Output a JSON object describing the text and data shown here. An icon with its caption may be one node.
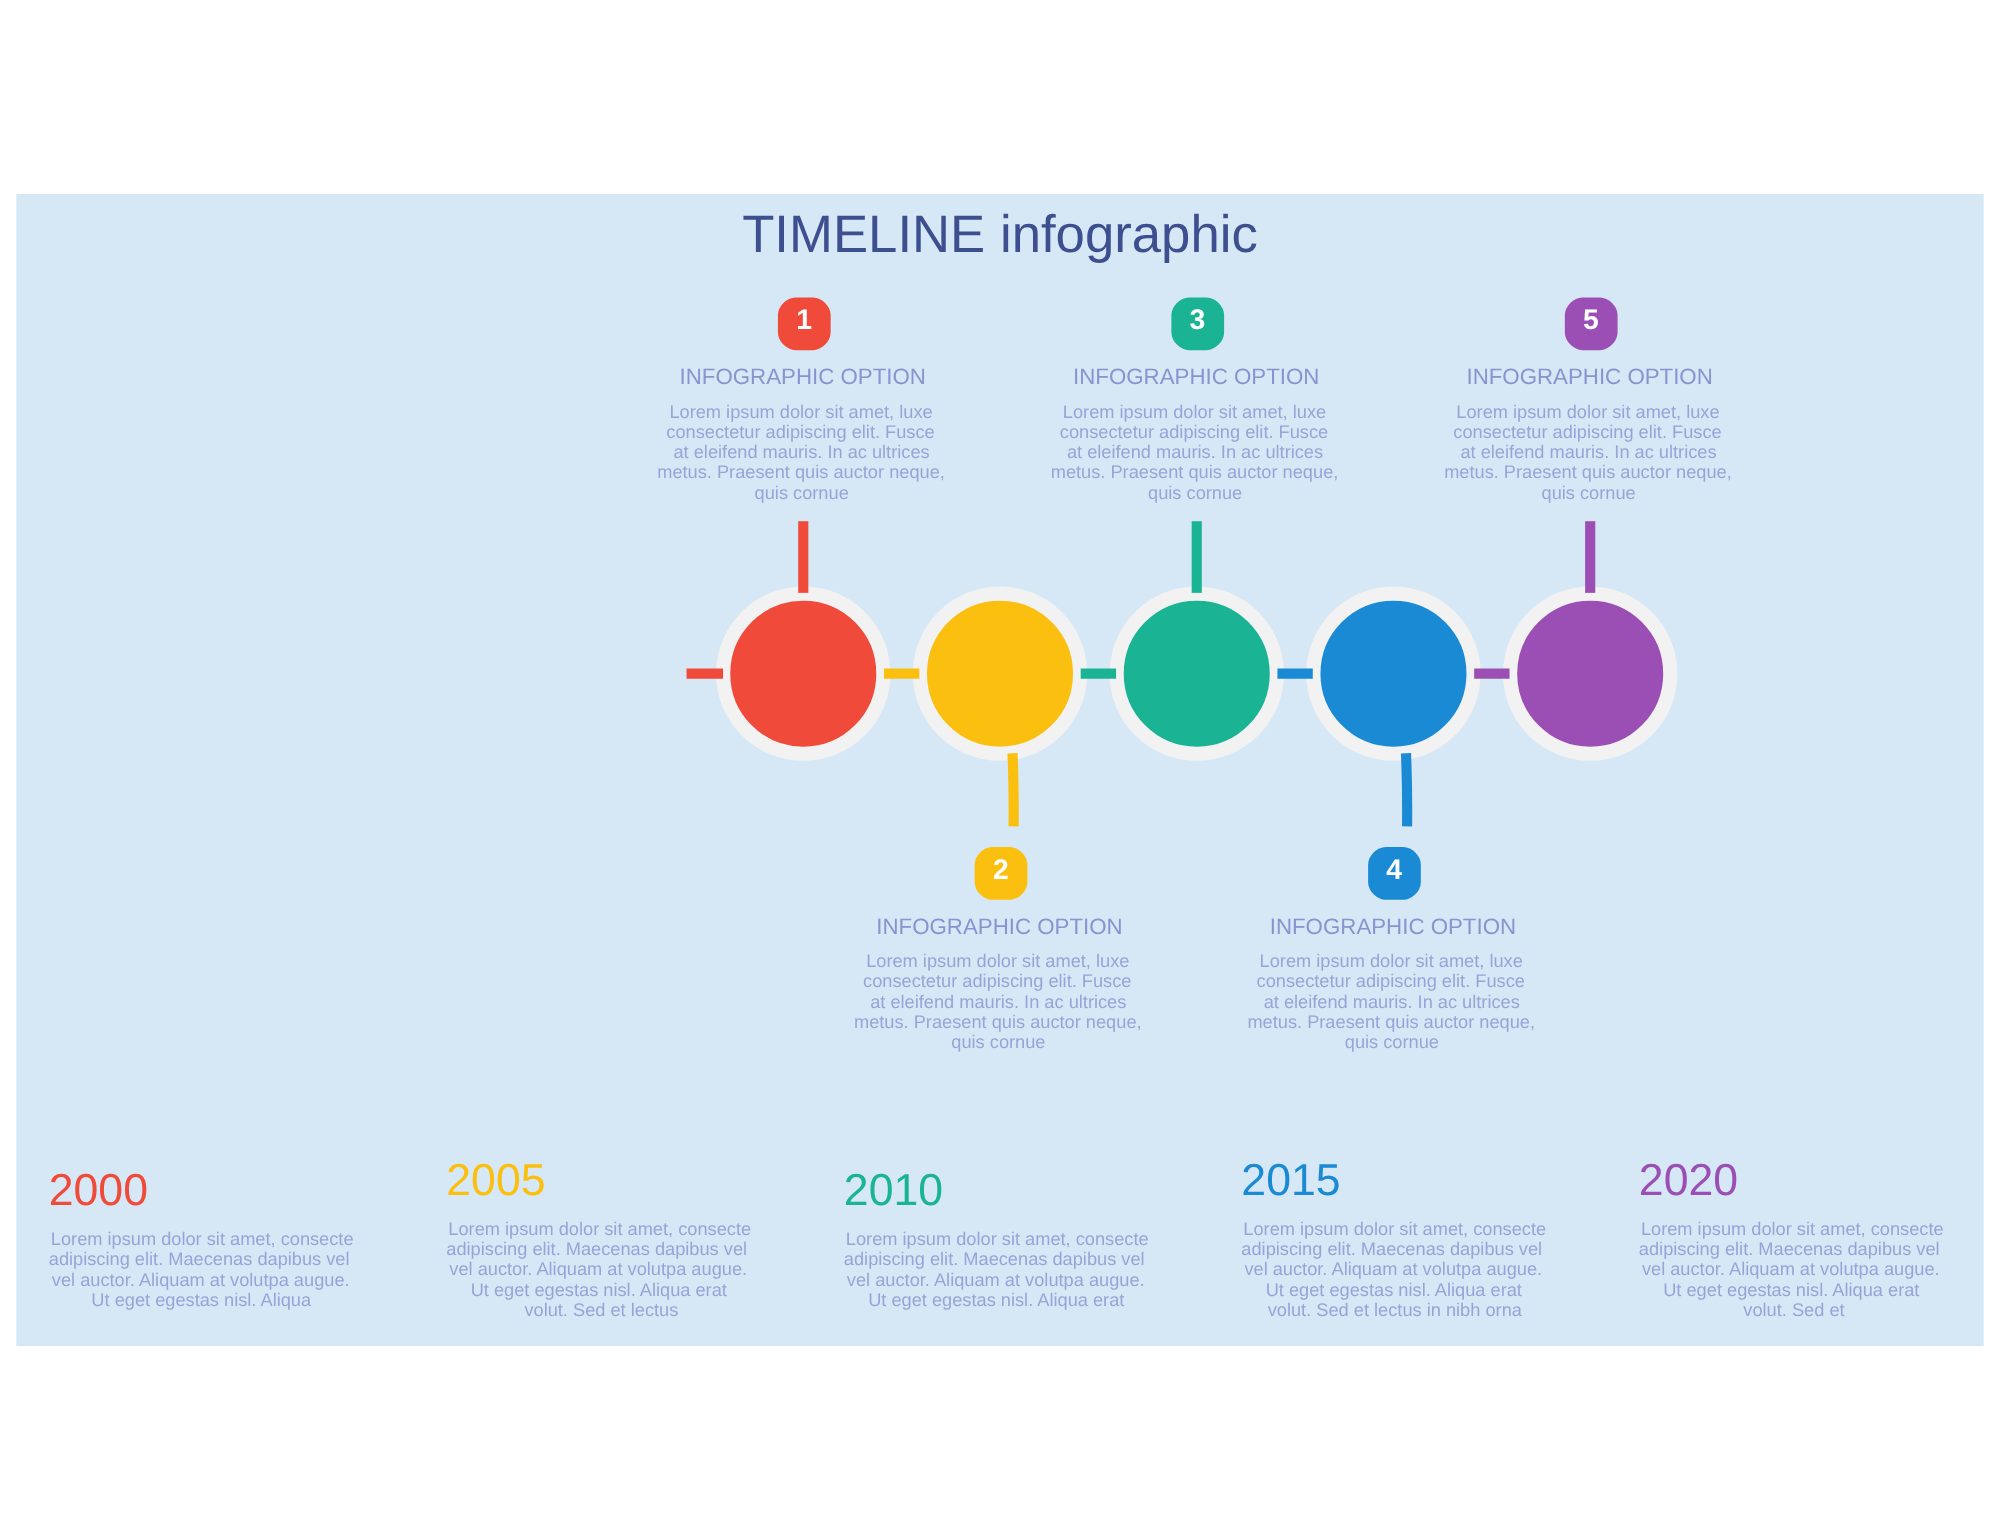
{
  "diagram": {
    "title": "TIMELINE infographic",
    "nodes": [
      {
        "text": [
          "1",
          "INFOGRAPHIC OPTION",
          "Lorem ipsum dolor sit amet, luxe consectetur adipiscing elit. Fusce at eleifend mauris. In ac ultrices metus. Praesent quis auctor neque, quis cornue"
        ]
      },
      {
        "text": [
          "2",
          "INFOGRAPHIC OPTION",
          "Lorem ipsum dolor sit amet, luxe consectetur adipiscing elit. Fusce at eleifend mauris. In ac ultrices metus. Praesent quis auctor neque, quis cornue"
        ]
      },
      {
        "text": [
          "3",
          "INFOGRAPHIC OPTION",
          "Lorem ipsum dolor sit amet, luxe consectetur adipiscing elit. Fusce at eleifend mauris. In ac ultrices metus. Praesent quis auctor neque, quis cornue"
        ]
      },
      {
        "text": [
          "4",
          "INFOGRAPHIC OPTION",
          "Lorem ipsum dolor sit amet, luxe consectetur adipiscing elit. Fusce at eleifend mauris. In ac ultrices metus. Praesent quis auctor neque, quis cornue"
        ]
      },
      {
        "text": [
          "5",
          "INFOGRAPHIC OPTION",
          "Lorem ipsum dolor sit amet, luxe consectetur adipiscing elit. Fusce at eleifend mauris. In ac ultrices metus. Praesent quis auctor neque, quis cornue"
        ]
      },
      {
        "text": [],
        "shape": "circle"
      },
      {
        "text": [],
        "shape": "circle"
      },
      {
        "text": [],
        "shape": "circle"
      },
      {
        "text": [],
        "shape": "circle"
      },
      {
        "text": [],
        "shape": "circle"
      }
    ],
    "edges": [
      {
        "from": null,
        "to": 5,
        "arrow": "none",
        "color": "#f04a3a"
      },
      {
        "from": 0,
        "to": 5,
        "arrow": "none",
        "color": "#f04a3a"
      },
      {
        "from": 5,
        "to": 6,
        "arrow": "none",
        "color": "#fbbf0f"
      },
      {
        "from": 1,
        "to": 6,
        "arrow": "none",
        "color": "#fbbf0f"
      },
      {
        "from": 6,
        "to": 7,
        "arrow": "none",
        "color": "#1ab394"
      },
      {
        "from": 2,
        "to": 7,
        "arrow": "none",
        "color": "#1ab394"
      },
      {
        "from": 7,
        "to": 8,
        "arrow": "none",
        "color": "#1a8ad4"
      },
      {
        "from": 3,
        "to": 8,
        "arrow": "none",
        "color": "#1a8ad4"
      },
      {
        "from": 8,
        "to": 9,
        "arrow": "none",
        "color": "#9b4fb5"
      },
      {
        "from": 4,
        "to": 9,
        "arrow": "none",
        "color": "#9b4fb5"
      }
    ],
    "labels": [
      "2000",
      "Lorem ipsum dolor sit amet, consecte adipiscing elit. Maecenas dapibus vel vel auctor. Aliquam at volutpa augue. Ut eget egestas nisl. Aliqua",
      "2005",
      "Lorem ipsum dolor sit amet, consecte adipiscing elit. Maecenas dapibus vel vel auctor. Aliquam at volutpa augue. Ut eget egestas nisl. Aliqua erat volut. Sed et lectus",
      "2010",
      "Lorem ipsum dolor sit amet, consecte adipiscing elit. Maecenas dapibus vel vel auctor. Aliquam at volutpa augue. Ut eget egestas nisl. Aliqua erat",
      "2015",
      "Lorem ipsum dolor sit amet, consecte adipiscing elit. Maecenas dapibus vel vel auctor. Aliquam at volutpa augue. Ut eget egestas nisl. Aliqua erat volut. Sed et lectus in nibh orna",
      "2020",
      "Lorem ipsum dolor sit amet, consecte adipiscing elit. Maecenas dapibus vel vel auctor. Aliquam at volutpa augue. Ut eget egestas nisl. Aliqua erat volut. Sed et"
    ]
  }
}
